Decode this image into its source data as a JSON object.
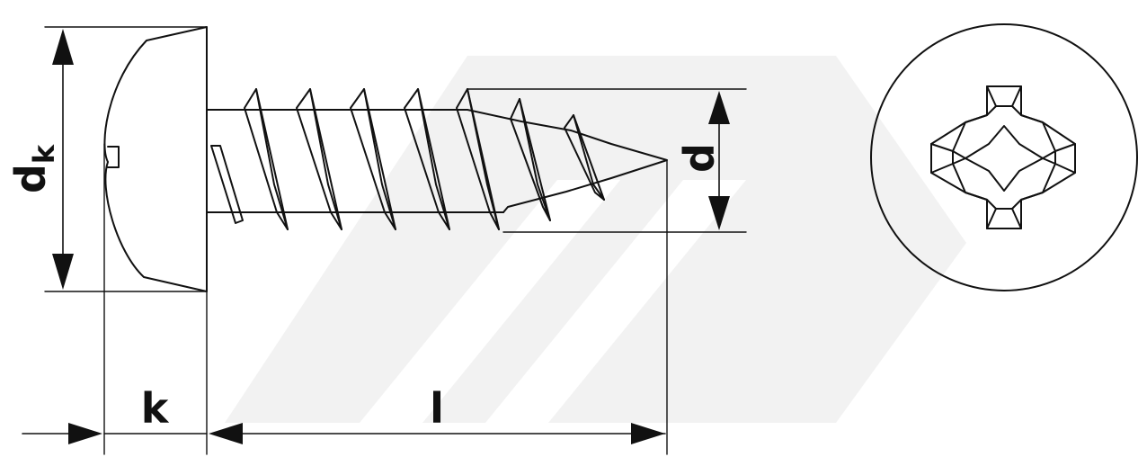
{
  "diagram": {
    "labels": {
      "head_diameter_main": "d",
      "head_diameter_sub": "k",
      "head_height": "k",
      "length": "l",
      "thread_diameter": "d"
    },
    "colors": {
      "line": "#111111",
      "background": "#ffffff",
      "watermark": "#f2f2f2"
    },
    "icons": {
      "drive_type": "phillips-cross-recess-icon"
    }
  }
}
